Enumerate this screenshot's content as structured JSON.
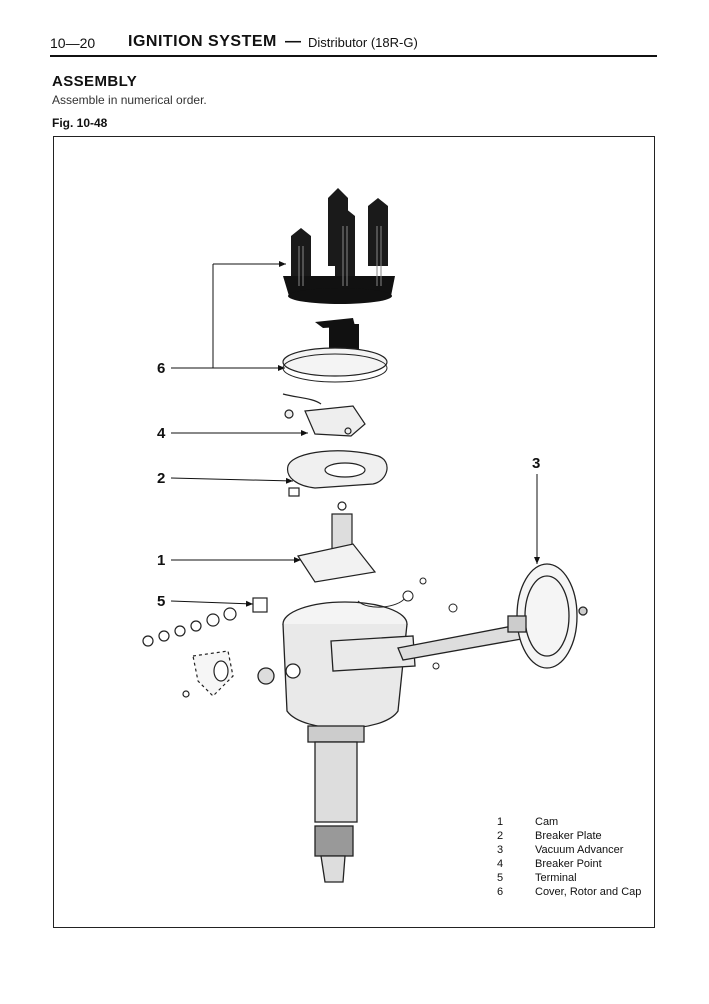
{
  "header": {
    "page_number": "10—20",
    "section": "IGNITION SYSTEM",
    "separator": "—",
    "subsection": "Distributor (18R-G)"
  },
  "content": {
    "heading": "ASSEMBLY",
    "instruction": "Assemble in numerical order.",
    "figure_label": "Fig. 10-48"
  },
  "callouts": [
    "6",
    "4",
    "2",
    "1",
    "5",
    "3"
  ],
  "legend": [
    {
      "num": "1",
      "label": "Cam"
    },
    {
      "num": "2",
      "label": "Breaker Plate"
    },
    {
      "num": "3",
      "label": "Vacuum Advancer"
    },
    {
      "num": "4",
      "label": "Breaker Point"
    },
    {
      "num": "5",
      "label": "Terminal"
    },
    {
      "num": "6",
      "label": "Cover, Rotor and Cap"
    }
  ]
}
